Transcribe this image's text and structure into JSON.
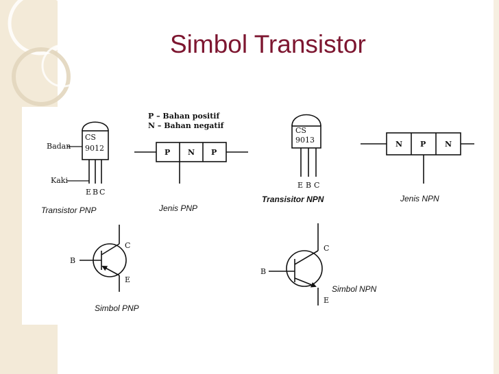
{
  "title": "Simbol Transistor",
  "colors": {
    "title": "#7d1630",
    "strip": "#f3ead8",
    "ink": "#111111"
  },
  "legend": {
    "p_line": "P – Bahan positif",
    "n_line": "N – Bahan negatif"
  },
  "pnp_package": {
    "line1": "CS",
    "line2": "9012",
    "badan": "Badan",
    "kaki": "Kaki",
    "e": "E",
    "b": "B",
    "c": "C",
    "caption": "Transistor PNP"
  },
  "pnp_layers": {
    "l1": "P",
    "l2": "N",
    "l3": "P",
    "caption": "Jenis PNP"
  },
  "npn_package": {
    "line1": "CS",
    "line2": "9013",
    "e": "E",
    "b": "B",
    "c": "C",
    "caption": "Transisitor NPN"
  },
  "npn_layers": {
    "l1": "N",
    "l2": "P",
    "l3": "N",
    "caption": "Jenis NPN"
  },
  "pnp_symbol": {
    "c": "C",
    "b": "B",
    "e": "E",
    "caption": "Simbol PNP"
  },
  "npn_symbol": {
    "c": "C",
    "b": "B",
    "e": "E",
    "caption": "Simbol NPN"
  }
}
